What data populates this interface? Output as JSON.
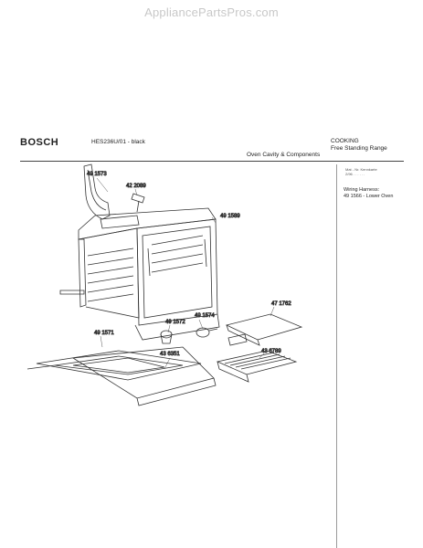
{
  "watermark": "AppliancePartsPros.com",
  "header": {
    "brand": "BOSCH",
    "model": "HES236U/01 - black",
    "section": "Oven Cavity & Components",
    "category_line1": "COOKING",
    "category_line2": "Free Standing Range"
  },
  "side_panel": {
    "meta_line1": "Mat - Nr. Kennkarte",
    "meta_line2": "2/96 . . . . . .",
    "wiring_label": "Wiring Harness:",
    "wiring_value": "49 1566 - Lower Oven"
  },
  "parts": [
    "49 1573",
    "42 2089",
    "49 1589",
    "47 1762",
    "49 1574",
    "49 1572",
    "49 1571",
    "43 6351",
    "43 6789"
  ]
}
